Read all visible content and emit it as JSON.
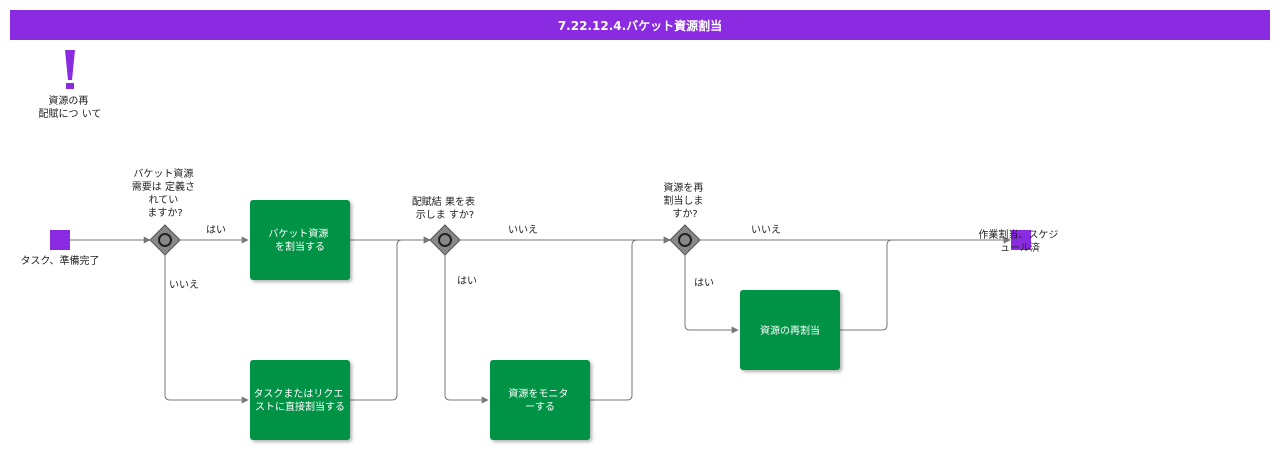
{
  "title": "7.22.12.4.バケット資源割当",
  "colors": {
    "header": "#8a2be2",
    "event": "#8a2be2",
    "task": "#009245",
    "gateway": "#888888"
  },
  "annotation": {
    "icon": "exclamation-icon",
    "lines": [
      "資源の再",
      "配賦につ いて"
    ]
  },
  "start_event": {
    "label": "タスク、準備完了"
  },
  "end_event": {
    "lines": [
      "作業割当、スケジ",
      "ュール済"
    ]
  },
  "gateways": [
    {
      "lines": [
        "バケット資源",
        "需要は 定義さ",
        "れてい",
        "ますか?"
      ]
    },
    {
      "lines": [
        "配賦結 果を表",
        "示しま すか?"
      ]
    },
    {
      "lines": [
        "資源を再",
        "割当しま",
        "すか?"
      ]
    }
  ],
  "tasks": [
    {
      "lines": [
        "バケット資源",
        "を割当する"
      ]
    },
    {
      "lines": [
        "タスクまたはリクエ",
        "ストに直接割当する"
      ]
    },
    {
      "lines": [
        "資源をモニタ",
        "ーする"
      ]
    },
    {
      "lines": [
        "資源の再割当"
      ]
    }
  ],
  "flow_labels": {
    "g1_yes": "はい",
    "g1_no": "いいえ",
    "g2_no": "いいえ",
    "g2_yes": "はい",
    "g3_no": "いいえ",
    "g3_yes": "はい"
  }
}
